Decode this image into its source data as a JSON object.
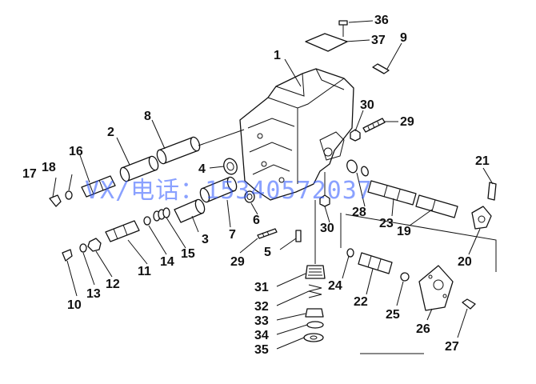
{
  "diagram": {
    "watermark": "VX/电话：15340572037",
    "callouts": [
      {
        "id": "c1",
        "text": "1"
      },
      {
        "id": "c2",
        "text": "2"
      },
      {
        "id": "c3",
        "text": "3"
      },
      {
        "id": "c4",
        "text": "4"
      },
      {
        "id": "c5",
        "text": "5"
      },
      {
        "id": "c6",
        "text": "6"
      },
      {
        "id": "c7",
        "text": "7"
      },
      {
        "id": "c8",
        "text": "8"
      },
      {
        "id": "c9",
        "text": "9"
      },
      {
        "id": "c10",
        "text": "10"
      },
      {
        "id": "c11",
        "text": "11"
      },
      {
        "id": "c12",
        "text": "12"
      },
      {
        "id": "c13",
        "text": "13"
      },
      {
        "id": "c14",
        "text": "14"
      },
      {
        "id": "c15",
        "text": "15"
      },
      {
        "id": "c16",
        "text": "16"
      },
      {
        "id": "c17",
        "text": "17"
      },
      {
        "id": "c18",
        "text": "18"
      },
      {
        "id": "c19",
        "text": "19"
      },
      {
        "id": "c20",
        "text": "20"
      },
      {
        "id": "c21",
        "text": "21"
      },
      {
        "id": "c22",
        "text": "22"
      },
      {
        "id": "c23",
        "text": "23"
      },
      {
        "id": "c24",
        "text": "24"
      },
      {
        "id": "c25",
        "text": "25"
      },
      {
        "id": "c26",
        "text": "26"
      },
      {
        "id": "c27",
        "text": "27"
      },
      {
        "id": "c28",
        "text": "28"
      },
      {
        "id": "c29a",
        "text": "29"
      },
      {
        "id": "c29b",
        "text": "29"
      },
      {
        "id": "c30a",
        "text": "30"
      },
      {
        "id": "c30b",
        "text": "30"
      },
      {
        "id": "c31",
        "text": "31"
      },
      {
        "id": "c32",
        "text": "32"
      },
      {
        "id": "c33",
        "text": "33"
      },
      {
        "id": "c34",
        "text": "34"
      },
      {
        "id": "c35",
        "text": "35"
      },
      {
        "id": "c36",
        "text": "36"
      },
      {
        "id": "c37",
        "text": "37"
      }
    ]
  }
}
